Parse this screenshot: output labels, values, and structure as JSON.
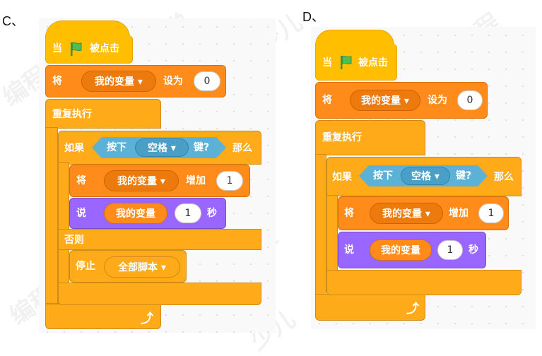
{
  "labels": {
    "c": "C、",
    "d": "D、"
  },
  "c_script": {
    "hat": {
      "when": "当",
      "clicked": "被点击"
    },
    "set": {
      "verb": "将",
      "var": "我的变量 ▾",
      "to": "设为",
      "value": "0"
    },
    "forever": {
      "label": "重复执行"
    },
    "if": {
      "if": "如果",
      "key_pressed": "按下",
      "key": "空格 ▾",
      "key_suffix": "键?",
      "then": "那么"
    },
    "change": {
      "verb": "将",
      "var": "我的变量 ▾",
      "by": "增加",
      "value": "1"
    },
    "say": {
      "verb": "说",
      "reporter": "我的变量",
      "value": "1",
      "unit": "秒"
    },
    "else": {
      "label": "否则"
    },
    "stop": {
      "verb": "停止",
      "option": "全部脚本 ▾"
    }
  },
  "d_script": {
    "hat": {
      "when": "当",
      "clicked": "被点击"
    },
    "set": {
      "verb": "将",
      "var": "我的变量 ▾",
      "to": "设为",
      "value": "0"
    },
    "forever": {
      "label": "重复执行"
    },
    "if": {
      "if": "如果",
      "key_pressed": "按下",
      "key": "空格 ▾",
      "key_suffix": "键?",
      "then": "那么"
    },
    "change": {
      "verb": "将",
      "var": "我的变量 ▾",
      "by": "增加",
      "value": "1"
    },
    "say": {
      "verb": "说",
      "reporter": "我的变量",
      "value": "1",
      "unit": "秒"
    }
  },
  "colors": {
    "events": "#ffbf00",
    "control": "#ffab19",
    "variables": "#ff8c1a",
    "looks": "#9966ff",
    "sensing": "#5cb1d6",
    "flag": "#4cbf56"
  }
}
